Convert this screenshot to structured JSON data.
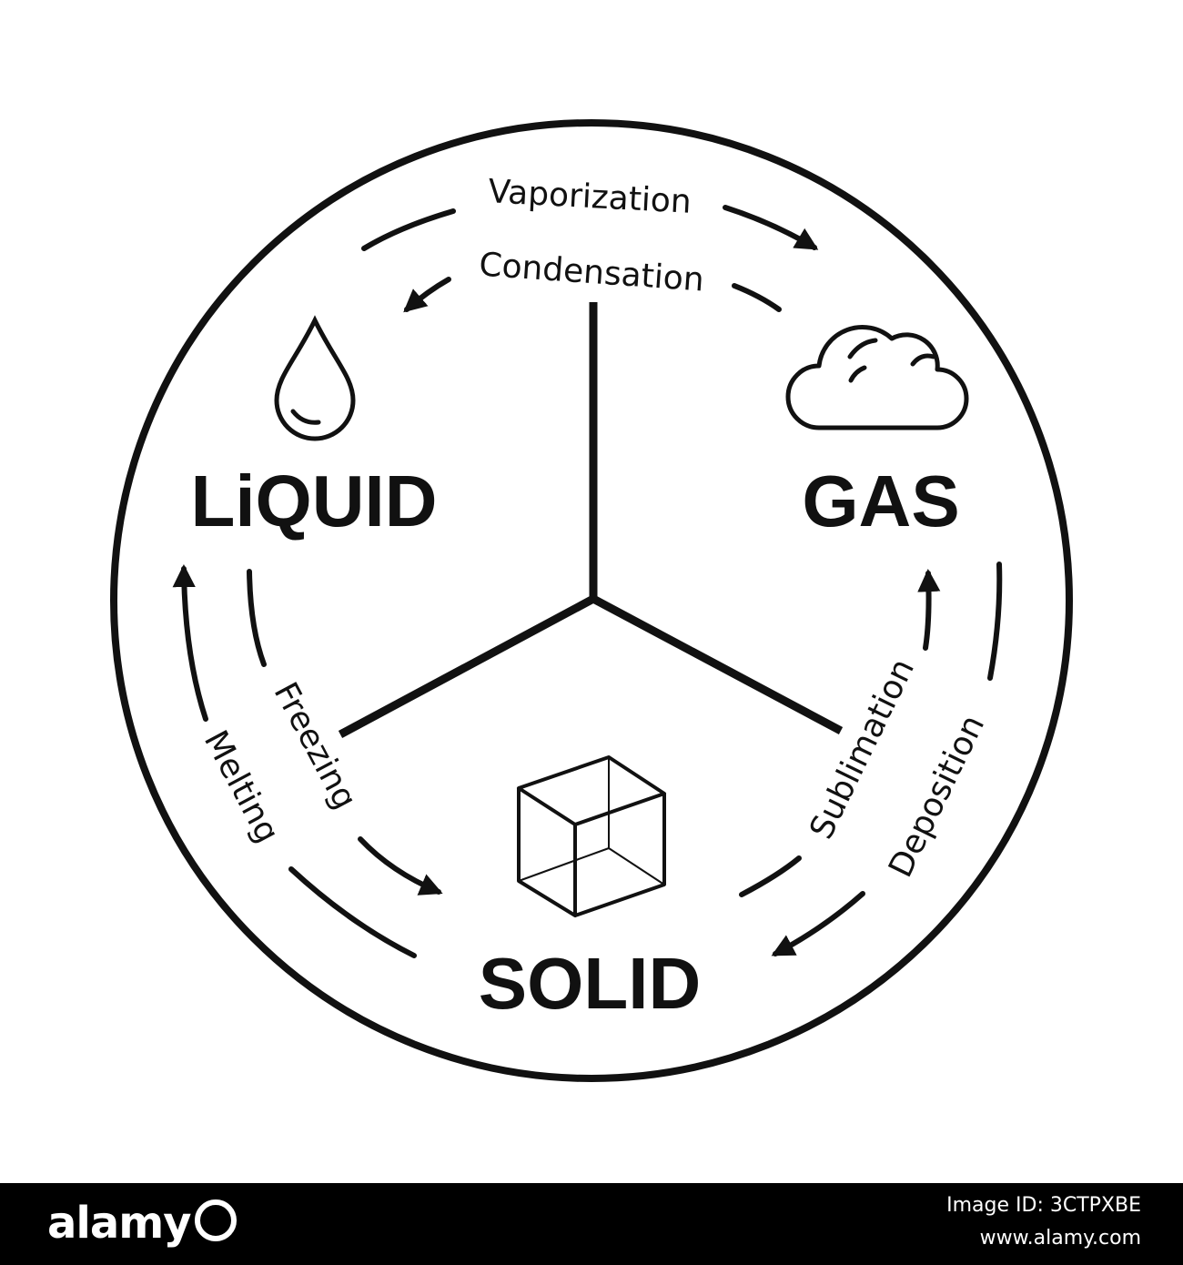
{
  "diagram": {
    "states": {
      "liquid": "LiQUID",
      "gas": "GAS",
      "solid": "SOLID"
    },
    "processes": {
      "vaporization": "Vaporization",
      "condensation": "Condensation",
      "freezing": "Freezing",
      "melting": "Melting",
      "sublimation": "Sublimation",
      "deposition": "Deposition"
    },
    "icons": {
      "liquid": "water-drop-icon",
      "gas": "cloud-icon",
      "solid": "cube-icon"
    },
    "colors": {
      "stroke": "#111111",
      "background": "#ffffff"
    }
  },
  "footer": {
    "brand": "alamy",
    "image_id": "Image ID: 3CTPXBE",
    "site": "www.alamy.com",
    "background": "#000000"
  }
}
